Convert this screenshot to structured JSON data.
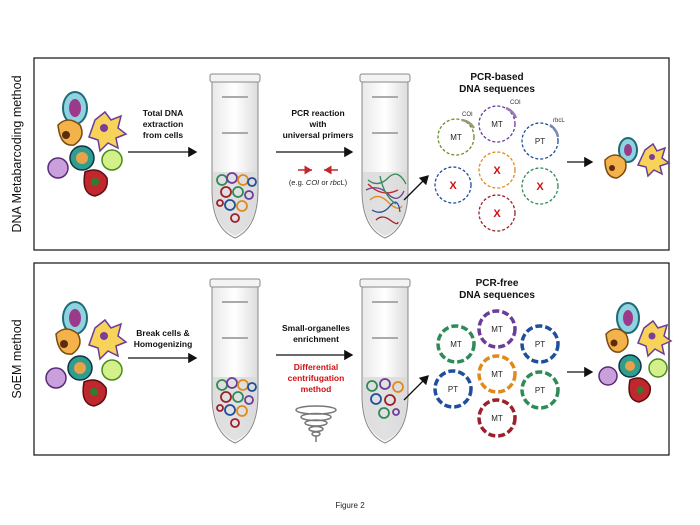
{
  "panel1": {
    "side_label": "DNA Metabarcoding method",
    "step1": [
      "Total DNA",
      "extraction",
      "from cells"
    ],
    "step2": [
      "PCR reaction",
      "with",
      "universal primers"
    ],
    "primer_note": [
      "(e.g. ",
      "COI",
      " or ",
      "rbc",
      "L)"
    ],
    "result_title": [
      "PCR-based",
      "DNA sequences"
    ],
    "circles": [
      "MT",
      "MT",
      "PT"
    ],
    "genes": [
      "COI",
      "COI",
      "rbcL"
    ],
    "x_mark": "X"
  },
  "panel2": {
    "side_label": "SoEM method",
    "step1": [
      "Break cells &",
      "Homogenizing"
    ],
    "step2": [
      "Small-organelles",
      "enrichment"
    ],
    "method": [
      "Differential",
      "centrifugation",
      "method"
    ],
    "result_title": [
      "PCR-free",
      "DNA sequences"
    ],
    "circles": [
      "MT",
      "MT",
      "PT",
      "PT",
      "MT",
      "PT",
      "MT"
    ]
  },
  "caption": "Figure 2",
  "colors": {
    "accent_red": "#d01010",
    "green": "#2e8b57",
    "purple": "#6a3d9a",
    "blue": "#1f4e9c",
    "orange": "#e08a1e",
    "darkred": "#9c1f2a"
  }
}
